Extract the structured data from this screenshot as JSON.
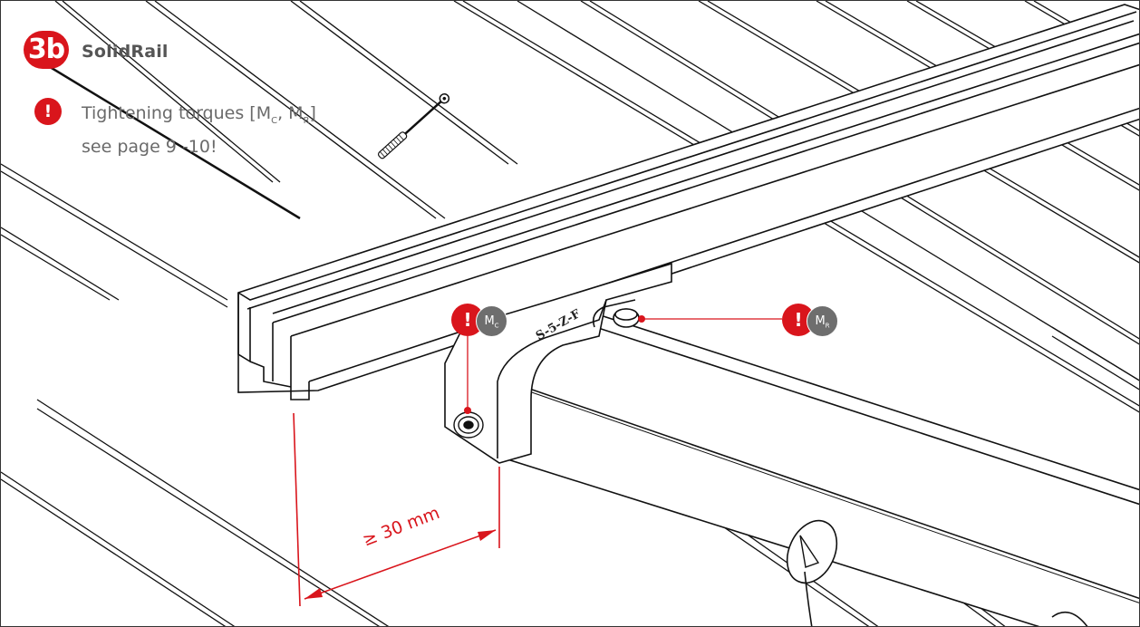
{
  "step": {
    "number": "3b",
    "title": "SolidRail"
  },
  "note": {
    "warning_icon": "!",
    "line1_prefix": "Tightening torques [M",
    "sub_c": "C",
    "line1_mid": ", M",
    "sub_r": "R",
    "line1_suffix": "]",
    "line2": "see page 9 -10!"
  },
  "callouts": [
    {
      "warning_icon": "!",
      "label": "M",
      "sub": "C"
    },
    {
      "warning_icon": "!",
      "label": "M",
      "sub": "R"
    }
  ],
  "dimension": {
    "label": "≥ 30 mm"
  },
  "clamp_marking": "S-5-Z-F",
  "colors": {
    "accent_red": "#d9151c",
    "torque_gray": "#6e6e6e",
    "text_gray": "#6a6a6a",
    "line": "#111111"
  }
}
